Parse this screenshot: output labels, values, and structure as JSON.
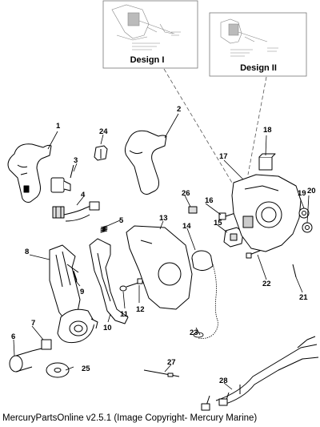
{
  "insets": [
    {
      "id": "design-1",
      "label": "Design I"
    },
    {
      "id": "design-2",
      "label": "Design II"
    }
  ],
  "part_numbers": [
    "1",
    "2",
    "3",
    "4",
    "5",
    "6",
    "7",
    "8",
    "9",
    "10",
    "11",
    "12",
    "13",
    "14",
    "15",
    "16",
    "17",
    "18",
    "19",
    "20",
    "21",
    "22",
    "23",
    "24",
    "25",
    "26",
    "27",
    "28"
  ],
  "caption": "MercuryPartsOnline v2.5.1 (Image Copyright- Mercury Marine)"
}
